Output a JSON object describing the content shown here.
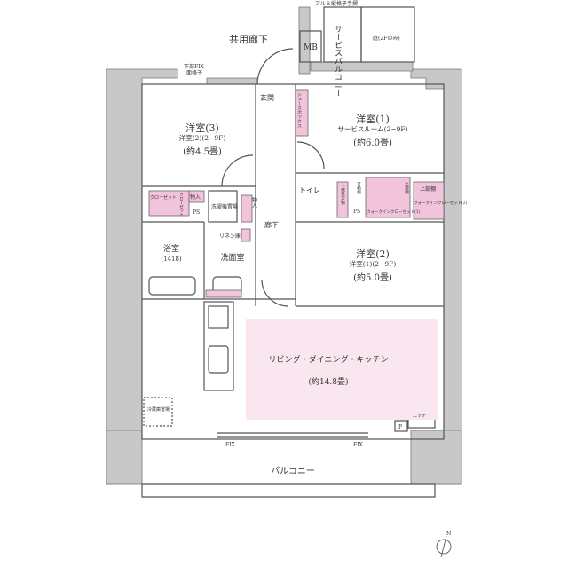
{
  "colors": {
    "wall": "#c8c8c8",
    "line": "#555555",
    "storage_pink": "#f2c4dc",
    "ldk_pink": "#fae6ef"
  },
  "labels": {
    "rail": "アルミ縦格子手摺",
    "corridor_common": "共用廊下",
    "mb": "MB",
    "service_balcony": "サービスバルコニー",
    "garden": "庭(2Fのみ)",
    "lower_fix": "下部FIX",
    "lattice": "面格子",
    "entrance": "玄関",
    "shoe_box": "シューズボックス",
    "room3": {
      "name": "洋室(3)",
      "alt": "洋室(2)(2~9F)",
      "size": "(約4.5畳)"
    },
    "room1": {
      "name": "洋室(1)",
      "alt": "サービスルーム(2~9F)",
      "size": "(約6.0畳)"
    },
    "room2": {
      "name": "洋室(2)",
      "alt": "洋室(1)(2~9F)",
      "size": "(約5.0畳)"
    },
    "closet": "クローゼット",
    "closet2": "クローゼット",
    "storage": "物入",
    "storage2": "物入",
    "ps": "PS",
    "ps2": "PS",
    "washer": "洗濯機置場",
    "toilet": "トイレ",
    "upper_shelf_door": "上部吊戸棚",
    "movable_shelf": "可動棚",
    "upper_shelf": "上部棚",
    "upper_shelf2": "上部棚",
    "wic1": "ウォークインクローゼット(1)",
    "wic2": "ウォークインクローゼット(2)",
    "hallway": "廊下",
    "linen": "リネン庫",
    "bath": "浴室",
    "bath_size": "(1418)",
    "washroom": "洗面室",
    "ldk": "リビング・ダイニング・キッチン",
    "ldk_size": "(約14.8畳)",
    "fridge": "冷蔵庫置場",
    "niche": "ニッチ",
    "p": "P",
    "fix1": "FIX",
    "fix2": "FIX",
    "balcony": "バルコニー",
    "north": "N"
  }
}
